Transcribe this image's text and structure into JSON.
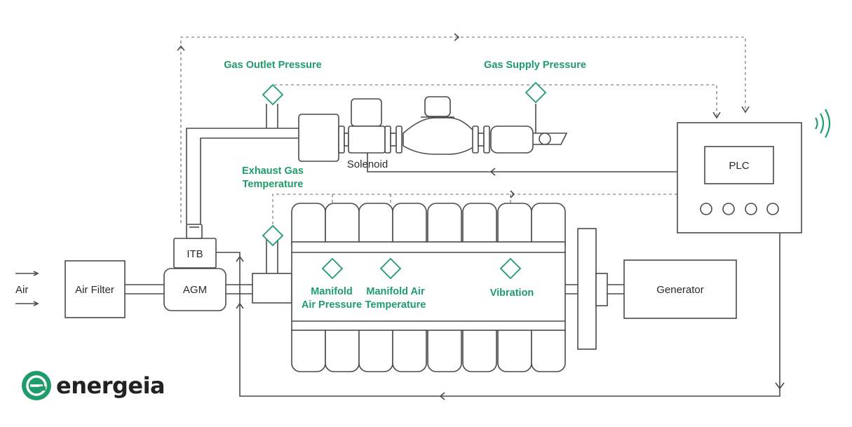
{
  "colors": {
    "line": "#4a4a4a",
    "sensor": "#1f9c6b",
    "brand_green": "#1f9c6b",
    "text": "#2a2a2a"
  },
  "labels": {
    "air": "Air",
    "air_filter": "Air Filter",
    "agm": "AGM",
    "itb": "ITB",
    "generator": "Generator",
    "plc": "PLC",
    "solenoid": "Solenoid"
  },
  "sensors": {
    "gas_outlet_pressure": "Gas Outlet Pressure",
    "gas_supply_pressure": "Gas Supply Pressure",
    "exhaust_gas_line1": "Exhaust Gas",
    "exhaust_gas_line2": "Temperature",
    "manifold_pressure_line1": "Manifold",
    "manifold_pressure_line2": "Air Pressure",
    "manifold_temp_line1": "Manifold Air",
    "manifold_temp_line2": "Temperature",
    "vibration": "Vibration"
  },
  "brand": {
    "name": "energeia",
    "logo_icon": "energeia-logo-icon"
  },
  "icons": {
    "wireless": "wireless-signal-icon",
    "arrow": "flow-arrow-icon"
  }
}
